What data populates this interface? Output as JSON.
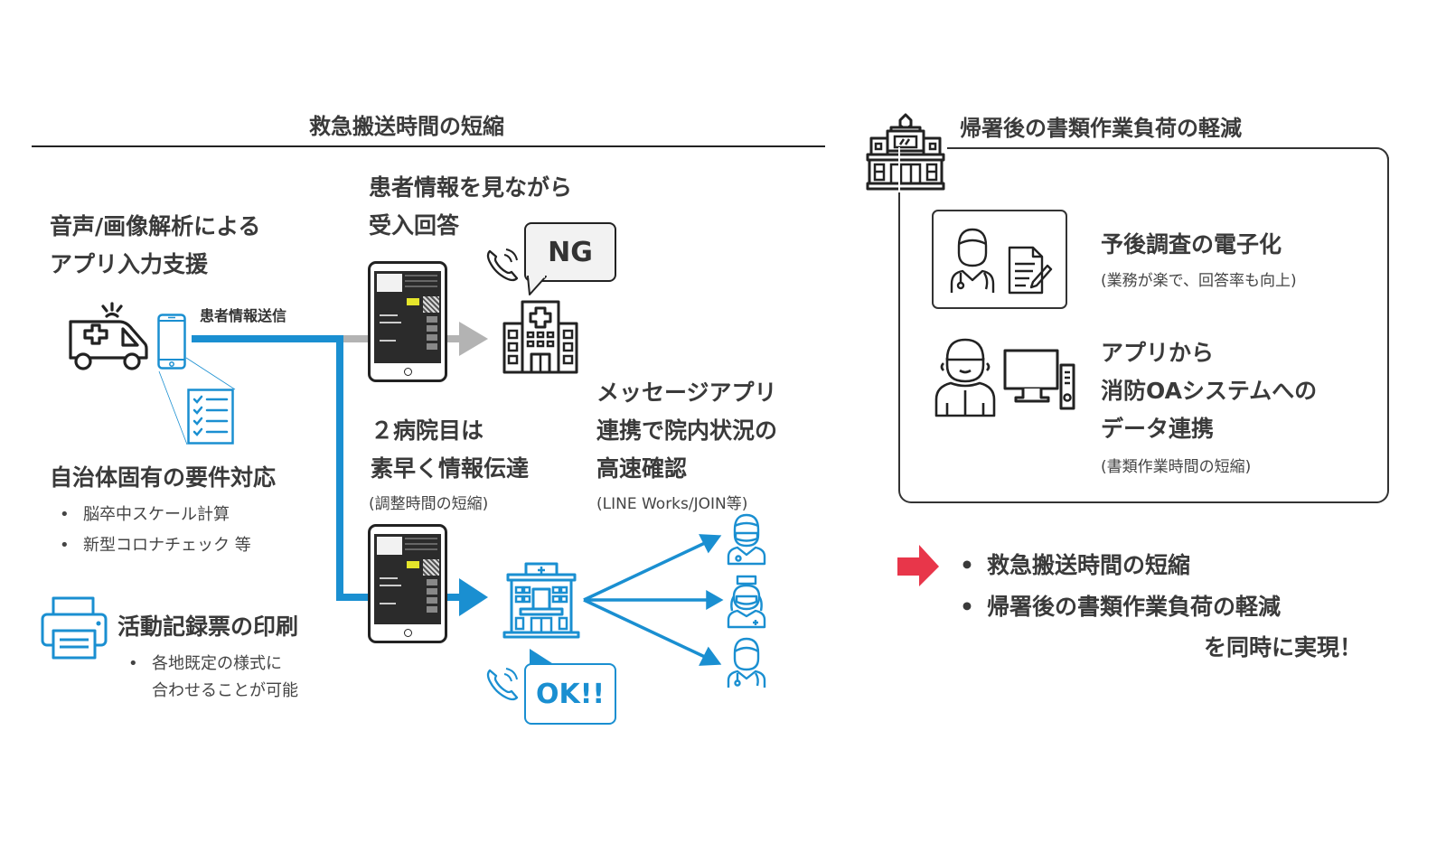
{
  "left_section": {
    "title": "救急搬送時間の短縮",
    "app_input": {
      "line1": "音声/画像解析による",
      "line2": "アプリ入力支援"
    },
    "send_label": "患者情報送信",
    "local_req": {
      "title": "自治体固有の要件対応",
      "bullets": [
        "脳卒中スケール計算",
        "新型コロナチェック 等"
      ]
    },
    "print": {
      "title": "活動記録票の印刷",
      "bullets": [
        "各地既定の様式に",
        "合わせることが可能"
      ]
    },
    "view_answer": {
      "line1": "患者情報を見ながら",
      "line2": "受入回答"
    },
    "ng_label": "NG",
    "second_hospital": {
      "line1": "２病院目は",
      "line2": "素早く情報伝達",
      "note": "(調整時間の短縮)"
    },
    "message_app": {
      "line1": "メッセージアプリ",
      "line2": "連携で院内状況の",
      "line3": "高速確認",
      "note": "(LINE Works/JOIN等)"
    },
    "ok_label": "OK!!"
  },
  "right_section": {
    "title": "帰署後の書類作業負荷の軽減",
    "followup": {
      "title": "予後調査の電子化",
      "note": "(業務が楽で、回答率も向上)"
    },
    "oa_link": {
      "line1": "アプリから",
      "line2": "消防OAシステムへの",
      "line3": "データ連携",
      "note": "(書類作業時間の短縮)"
    }
  },
  "conclusion": {
    "bullets": [
      "救急搬送時間の短縮",
      "帰署後の書類作業負荷の軽減"
    ],
    "tail": "を同時に実現！"
  },
  "colors": {
    "blue": "#1a8fd1",
    "gray": "#b3b3b3",
    "red": "#e8364a",
    "dark": "#222222"
  }
}
